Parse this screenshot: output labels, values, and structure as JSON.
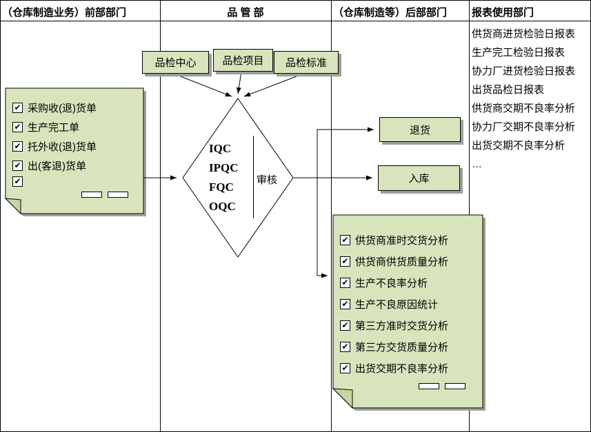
{
  "headers": {
    "col1": "（仓库制造业务）前部部门",
    "col2": "品 管 部",
    "col3": "（仓库制造等）后部部门",
    "col4": "报表使用部门"
  },
  "process_nodes": {
    "tabs": [
      "品检中心",
      "品检项目",
      "品检标准"
    ],
    "decision": {
      "lines": [
        "IQC",
        "IPQC",
        "FQC",
        "OQC"
      ],
      "side_label": "审核"
    },
    "return_label": "退货",
    "stock_in_label": "入库"
  },
  "doc_front": {
    "items": [
      "采购收(退)货单",
      "生产完工单",
      "托外收(退)货单",
      "出(客退)货单"
    ]
  },
  "doc_back": {
    "items": [
      "供货商准时交货分析",
      "供货商供货质量分析",
      "生产不良率分析",
      "生产不良原因统计",
      "第三方准时交货分析",
      "第三方交货质量分析",
      "出货交期不良率分析"
    ]
  },
  "reports": [
    "供货商进货检验日报表",
    "生产完工检验日报表",
    "协力厂进货检验日报表",
    "出货品检日报表",
    "供货商交期不良率分析",
    "协力厂交期不良率分析",
    "出货交期不良率分析",
    "…"
  ],
  "icons": {
    "checkbox_glyph": "✔"
  },
  "colors": {
    "node_fill": "#d8e4bc",
    "node_border": "#000000",
    "shadow": "#9e9e9e",
    "background": "#ffffff"
  }
}
